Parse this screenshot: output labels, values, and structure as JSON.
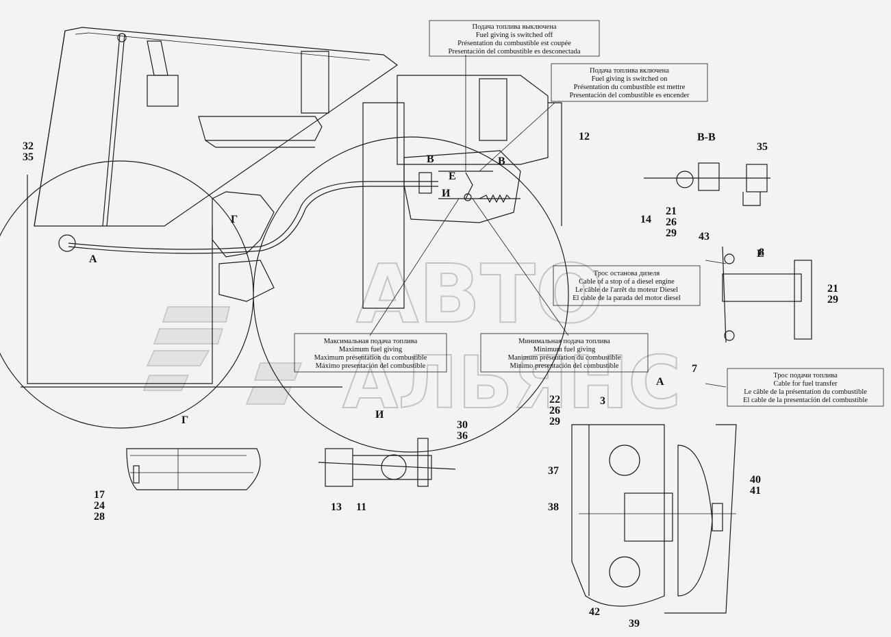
{
  "watermark": {
    "top": "АВТО",
    "bottom": "АЛЬЯНС"
  },
  "callouts": {
    "fuel_off": [
      "Подача топлива выключена",
      "Fuel giving is switched off",
      "Présentation du combustible est coupée",
      "Presentación del combustible es desconectada"
    ],
    "fuel_on": [
      "Подача топлива включена",
      "Fuel giving is switched on",
      "Présentation du combustible est mettre",
      "Presentación del combustible es encender"
    ],
    "stop_cable": [
      "Трос останова дизеля",
      "Cable of a stop of a diesel engine",
      "Le câble de l'arrêt du moteur Diesel",
      "El cable de la parada del motor diesel"
    ],
    "max_fuel": [
      "Максимальная подача топлива",
      "Maximum fuel giving",
      "Maximum présentation du combustible",
      "Máximo presentación del combustible"
    ],
    "min_fuel": [
      "Минимальная подача топлива",
      "Minimum fuel giving",
      "Manimum présentation du combustible",
      "Mínimo presentación del combustible"
    ],
    "transfer_cable": [
      "Трос подачи топлива",
      "Cable for fuel transfer",
      "Le câble de la présentation du combustible",
      "El cable de la presentación del combustible"
    ]
  },
  "views": {
    "bb": "В-В",
    "e": "Е",
    "g": "Г",
    "i": "И",
    "a": "А",
    "b": "В"
  },
  "positions": {
    "p32": "32",
    "p35": "35",
    "p12": "12",
    "p14": "14",
    "p21": "21",
    "p26": "26",
    "p29": "29",
    "p43": "43",
    "p8": "8",
    "p7": "7",
    "p22": "22",
    "p3": "3",
    "p30": "30",
    "p36": "36",
    "p37": "37",
    "p40": "40",
    "p41": "41",
    "p38": "38",
    "p17": "17",
    "p24": "24",
    "p28": "28",
    "p13": "13",
    "p11": "11",
    "p42": "42",
    "p39": "39"
  }
}
